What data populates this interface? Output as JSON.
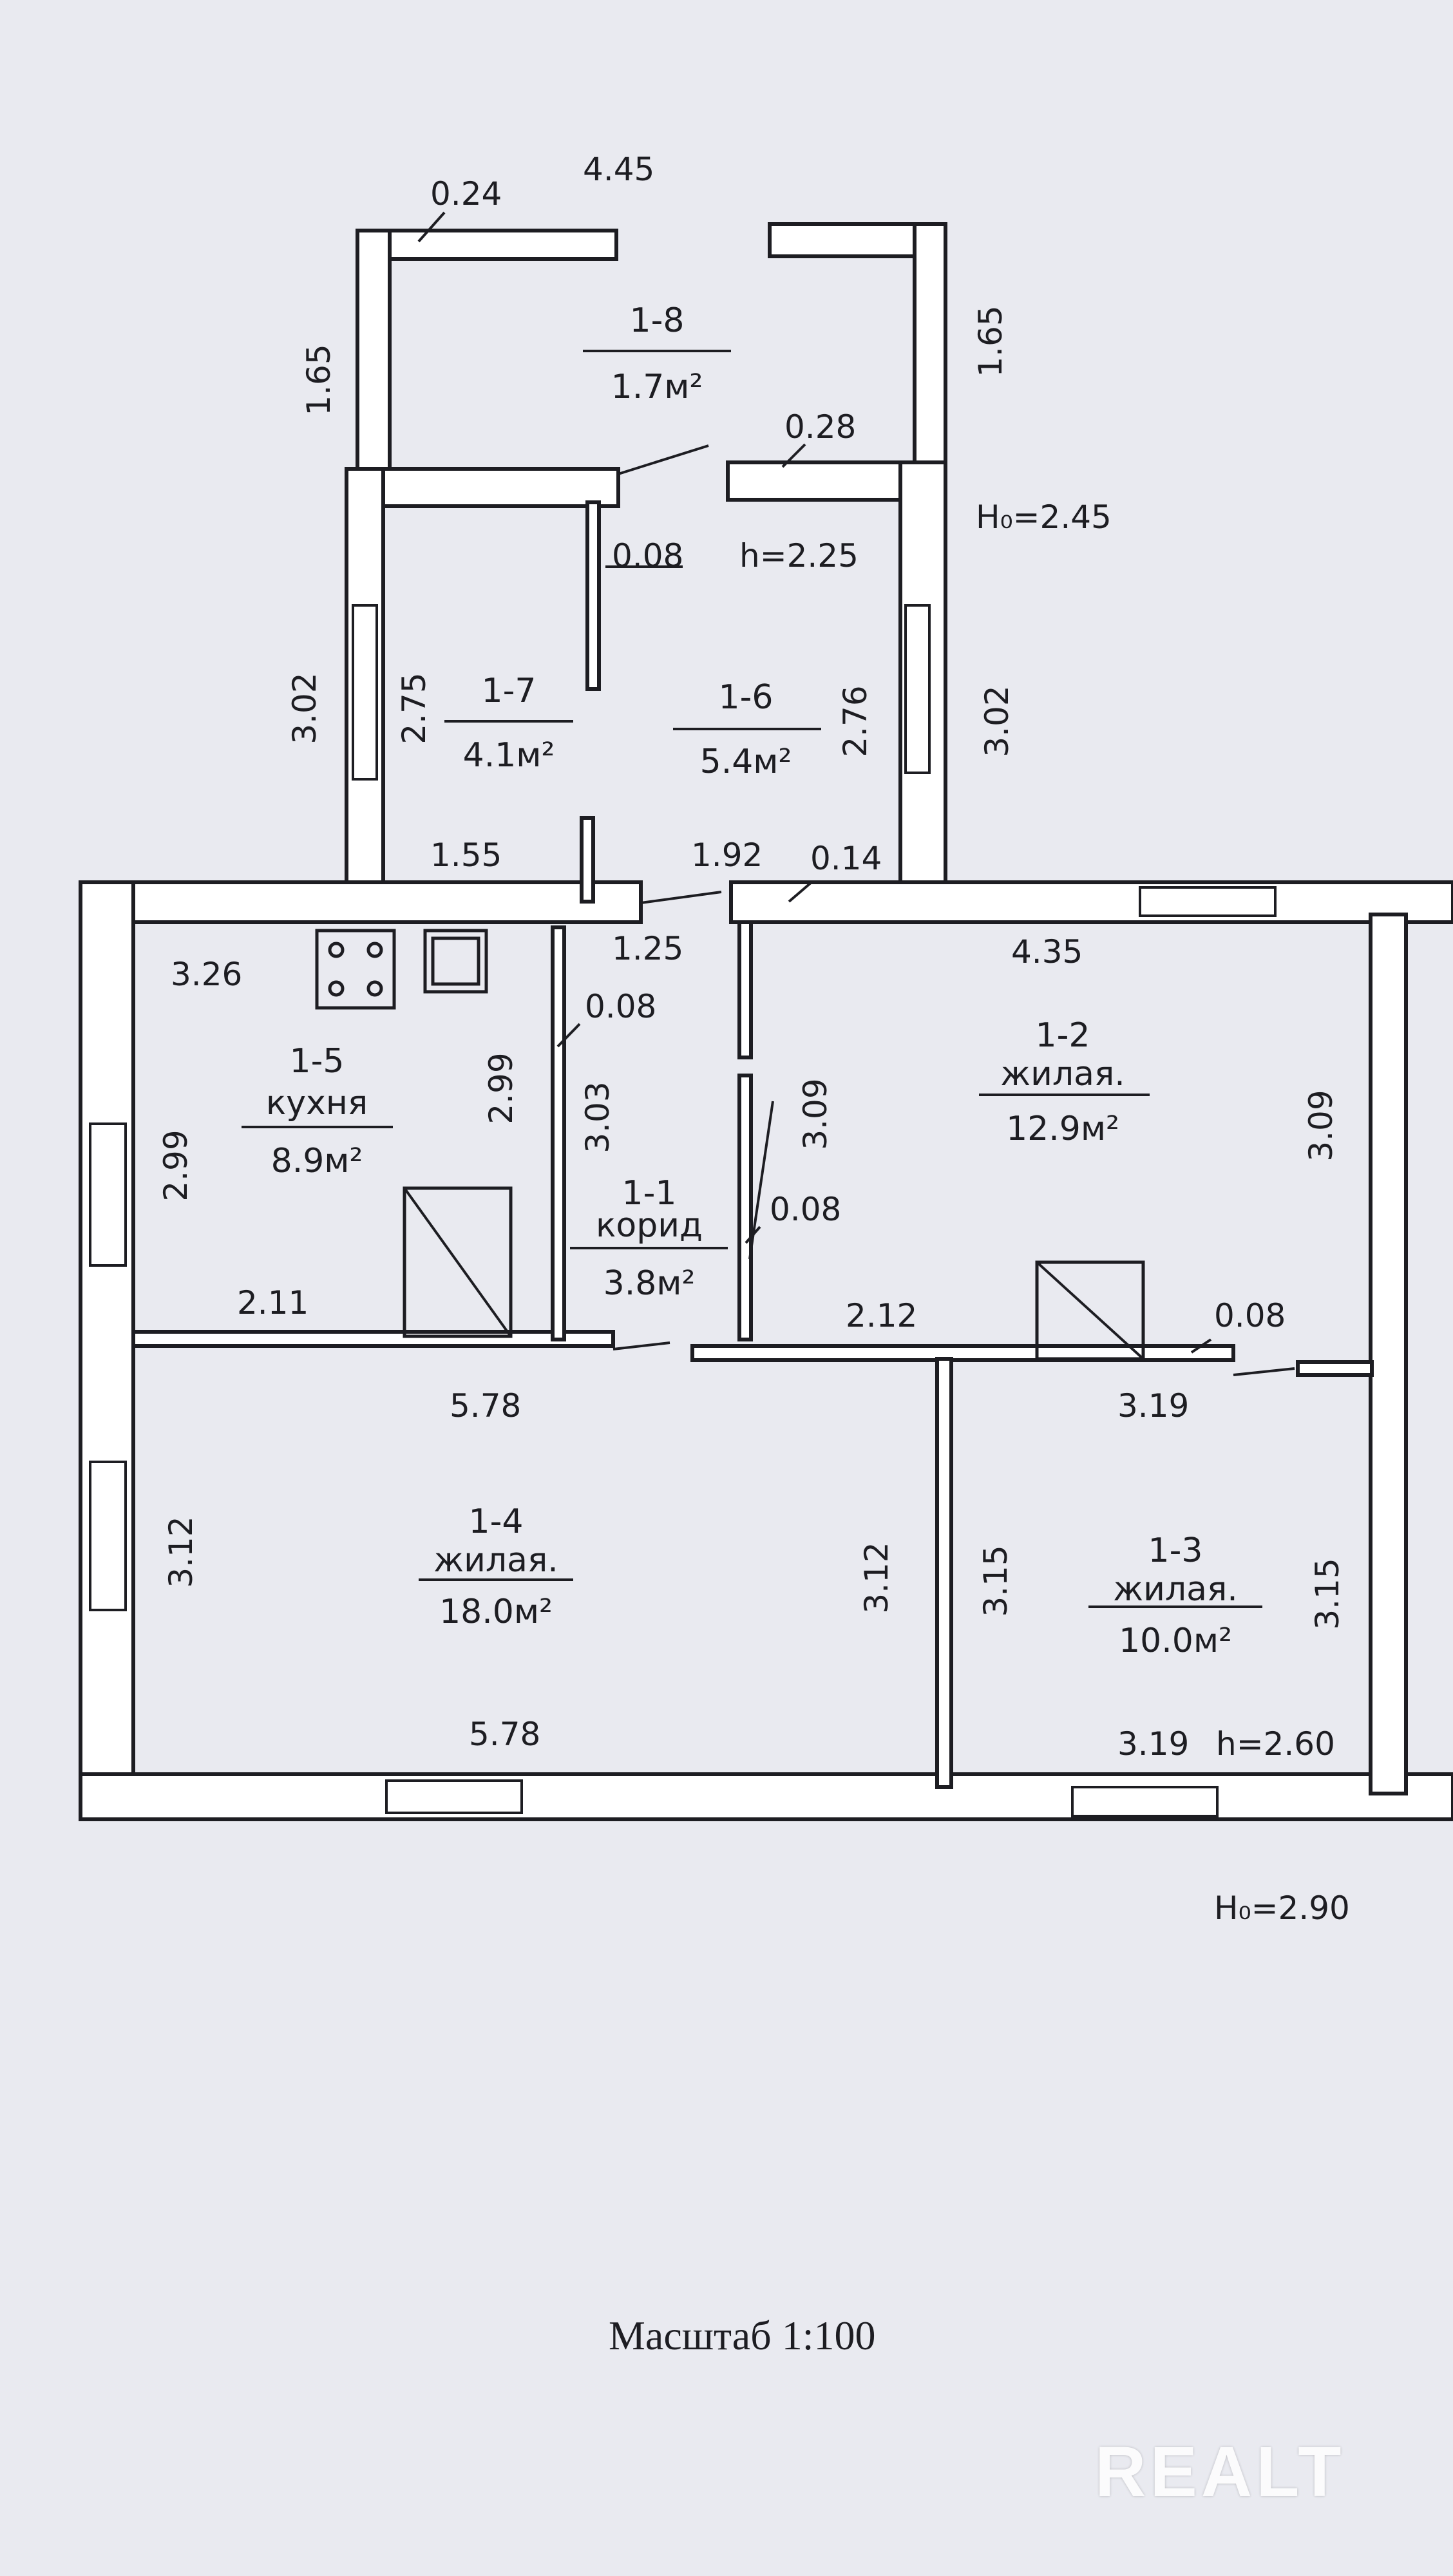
{
  "rooms": [
    {
      "id": "1-8",
      "area": "1.7м²"
    },
    {
      "id": "1-7",
      "area": "4.1м²"
    },
    {
      "id": "1-6",
      "area": "5.4м²"
    },
    {
      "id": "1-5",
      "name": "кухня",
      "area": "8.9м²"
    },
    {
      "id": "1-1",
      "name": "корид",
      "area": "3.8м²"
    },
    {
      "id": "1-2",
      "name": "жилая.",
      "area": "12.9м²"
    },
    {
      "id": "1-4",
      "name": "жилая.",
      "area": "18.0м²"
    },
    {
      "id": "1-3",
      "name": "жилая.",
      "area": "10.0м²"
    }
  ],
  "dims": {
    "d_0_24": "0.24",
    "d_4_45": "4.45",
    "d_1_65_l": "1.65",
    "d_1_65_r": "1.65",
    "d_0_28": "0.28",
    "d_0_08_a": "0.08",
    "h_2_25": "h=2.25",
    "H0_2_45": "H₀=2.45",
    "d_3_02_l": "3.02",
    "d_2_75": "2.75",
    "d_2_76": "2.76",
    "d_3_02_r": "3.02",
    "d_1_55": "1.55",
    "d_1_92": "1.92",
    "d_0_14": "0.14",
    "d_3_26": "3.26",
    "d_1_25": "1.25",
    "d_4_35": "4.35",
    "d_0_08_b": "0.08",
    "d_2_99_a": "2.99",
    "d_2_99_b": "2.99",
    "d_3_03": "3.03",
    "d_3_09_a": "3.09",
    "d_3_09_b": "3.09",
    "d_0_08_c": "0.08",
    "d_2_11": "2.11",
    "d_2_12": "2.12",
    "d_0_08_d": "0.08",
    "d_5_78_a": "5.78",
    "d_3_19_a": "3.19",
    "d_3_12_a": "3.12",
    "d_3_12_b": "3.12",
    "d_3_15_a": "3.15",
    "d_3_15_b": "3.15",
    "d_5_78_b": "5.78",
    "d_3_19_b": "3.19",
    "h_2_60": "h=2.60",
    "H0_2_90": "H₀=2.90"
  },
  "footer": {
    "scale": "Масштаб 1:100",
    "watermark": "REALT"
  }
}
